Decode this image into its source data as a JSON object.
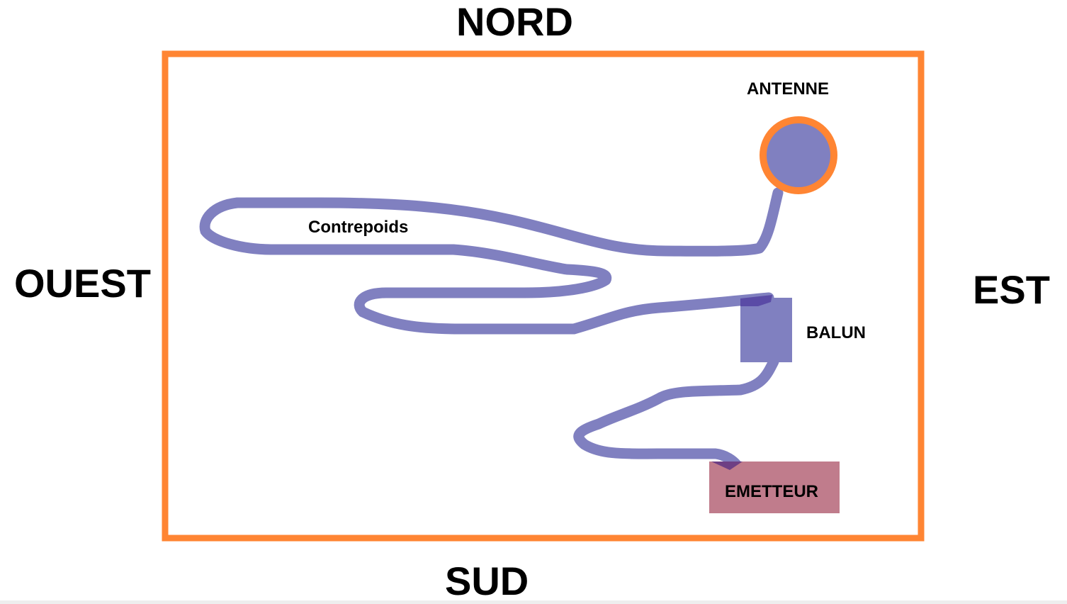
{
  "directions": {
    "north": "NORD",
    "south": "SUD",
    "west": "OUEST",
    "east": "EST"
  },
  "components": {
    "antenna": "ANTENNE",
    "counterpoise": "Contrepoids",
    "balun": "BALUN",
    "transmitter": "EMETTEUR"
  },
  "colors": {
    "boundary": "#ff8533",
    "wire": "#8080c0",
    "wire_overlap": "#5a4ba6",
    "transmitter_fill": "#c07c8c",
    "text": "#000000"
  }
}
